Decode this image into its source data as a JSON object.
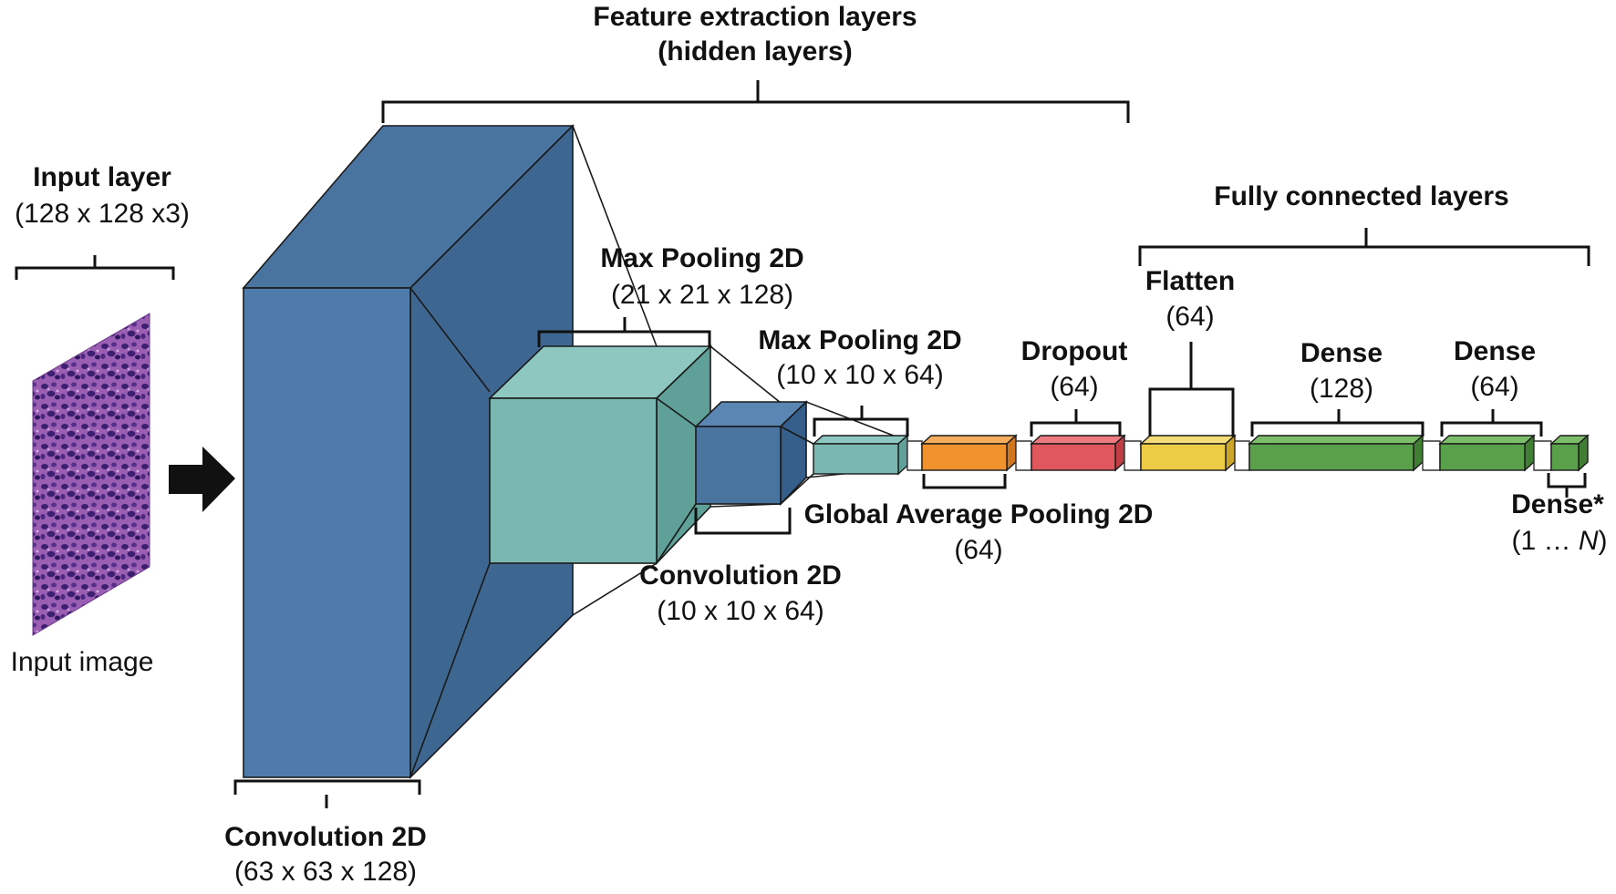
{
  "diagram": {
    "title": "Feature extraction layers",
    "subtitle": "(hidden layers)",
    "input_layer": {
      "label": "Input layer",
      "shape": "(128 x 128 x3)"
    },
    "input_image_label": "Input image",
    "fully_connected_label": "Fully connected layers",
    "layers": [
      {
        "id": "conv1",
        "name": "Convolution 2D",
        "shape": "(63 x 63 x 128)",
        "color": "#4a74a0"
      },
      {
        "id": "pool1",
        "name": "Max Pooling 2D",
        "shape": "(21 x 21 x 128)",
        "color": "#7ab7b0"
      },
      {
        "id": "conv2",
        "name": "Convolution 2D",
        "shape": "(10 x 10 x 64)",
        "color": "#4a74a0"
      },
      {
        "id": "pool2",
        "name": "Max Pooling 2D",
        "shape": "(10 x 10 x 64)",
        "color": "#7ab7b0"
      },
      {
        "id": "gap",
        "name": "Global Average Pooling 2D",
        "shape": "(64)",
        "color": "#f0922d"
      },
      {
        "id": "dropout",
        "name": "Dropout",
        "shape": "(64)",
        "color": "#e0585e"
      },
      {
        "id": "flatten",
        "name": "Flatten",
        "shape": "(64)",
        "color": "#edcc45"
      },
      {
        "id": "dense1",
        "name": "Dense",
        "shape": "(128)",
        "color": "#5aa04a"
      },
      {
        "id": "dense2",
        "name": "Dense",
        "shape": "(64)",
        "color": "#5aa04a"
      },
      {
        "id": "dense3",
        "name": "Dense*",
        "shape_prefix": "(1 … ",
        "shape_italic": "N",
        "shape_suffix": ")",
        "color": "#5aa04a"
      }
    ],
    "arrow_icon": "right-arrow-icon"
  }
}
